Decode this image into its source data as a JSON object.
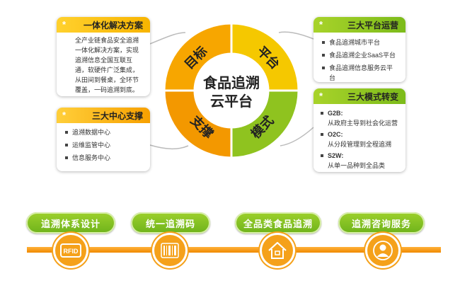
{
  "center": {
    "line1": "食品追溯",
    "line2": "云平台"
  },
  "segments": [
    {
      "label": "目标",
      "color": "#f7a600"
    },
    {
      "label": "平台",
      "color": "#f5c800"
    },
    {
      "label": "模式",
      "color": "#8fc31f"
    },
    {
      "label": "支撑",
      "color": "#f39800"
    }
  ],
  "cards": {
    "solution": {
      "title": "一体化解决方案",
      "text": "全产业链食品安全追溯一体化解决方案，实现追溯信息全国互联互通，软硬件广泛集成，从田间到餐桌，全环节覆盖，一码追溯到底。"
    },
    "support": {
      "title": "三大中心支撑",
      "items": [
        "追溯数据中心",
        "运维监管中心",
        "信息服务中心"
      ]
    },
    "platforms": {
      "title": "三大平台运营",
      "items": [
        "食品追溯城市平台",
        "食品追溯企业SaaS平台",
        "食品追溯信息服务云平台"
      ]
    },
    "modes": {
      "title": "三大模式转变",
      "items": [
        {
          "name": "G2B:",
          "desc": "从政府主导到社会化运营"
        },
        {
          "name": "O2C:",
          "desc": "从分段管理到全程追溯"
        },
        {
          "name": "S2W:",
          "desc": "从单一品种到全品类"
        }
      ]
    }
  },
  "star": "*",
  "bottom": {
    "pills": [
      "追溯体系设计",
      "统一追溯码",
      "全品类食品追溯",
      "追溯咨询服务"
    ],
    "icons": [
      "rfid-icon",
      "barcode-icon",
      "house-icon",
      "person-icon"
    ],
    "rfid_text": "RFID"
  },
  "colors": {
    "green": "#8fc31f",
    "yellow": "#f5c800",
    "orange": "#f39800",
    "timeline": "#f5a11a"
  }
}
